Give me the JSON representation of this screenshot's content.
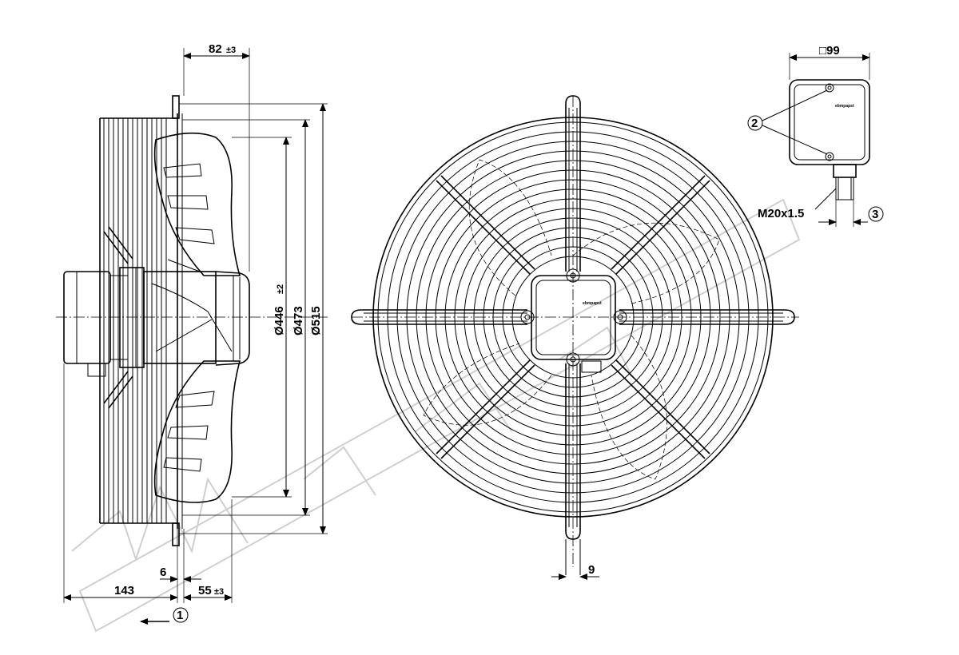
{
  "dimensions": {
    "top_width": "82",
    "top_width_tol": "±3",
    "dia_inner": "Ø446",
    "dia_inner_tol": "±2",
    "dia_mid": "Ø473",
    "dia_outer": "Ø515",
    "depth_total": "143",
    "flange": "6",
    "depth_front": "55",
    "depth_front_tol": "±3",
    "slot_width": "9",
    "box_size": "□99",
    "cable_gland": "M20x1.5"
  },
  "callouts": {
    "airflow": "1",
    "screws": "2",
    "gland": "3"
  },
  "brand_label": "ebmpapst"
}
